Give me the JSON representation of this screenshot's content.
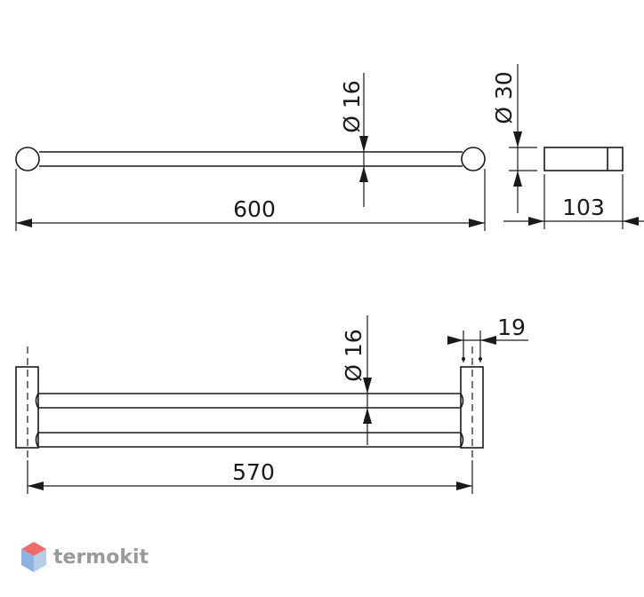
{
  "dimensions": {
    "top_length": "600",
    "top_diameter": "Ø 16",
    "side_diameter": "Ø 30",
    "side_depth": "103",
    "bottom_length": "570",
    "bottom_diameter": "Ø 16",
    "bottom_offset": "19"
  },
  "logo": {
    "text": "termokit",
    "colors": {
      "top": "#f06a6a",
      "left": "#8fb3e0",
      "right": "#b8cde8"
    }
  }
}
